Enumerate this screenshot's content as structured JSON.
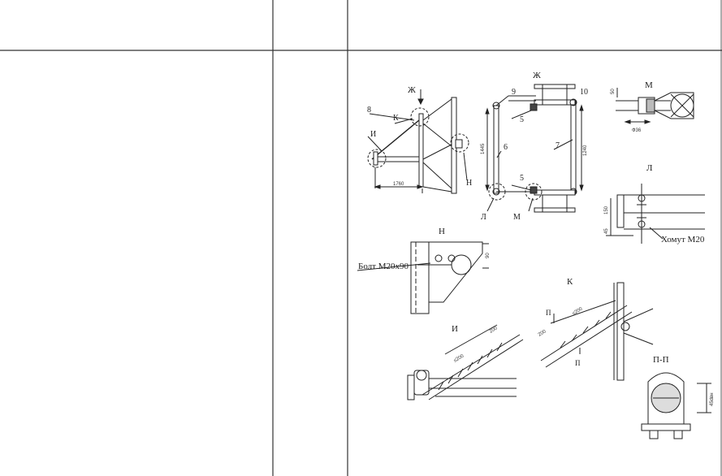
{
  "views": {
    "zh_top": "Ж",
    "zh_left": "Ж",
    "m": "М",
    "l": "Л",
    "n": "Н",
    "k": "К",
    "i": "И",
    "pp": "П-П"
  },
  "callouts": {
    "k": "К",
    "i": "И",
    "n": "Н",
    "l": "Л",
    "m": "М",
    "p_top": "П",
    "p_bottom": "П"
  },
  "parts": {
    "p8": "8",
    "p9": "9",
    "p10": "10",
    "p5a": "5",
    "p5b": "5",
    "p6": "6",
    "p7": "7"
  },
  "dims": {
    "d1760": "1760",
    "d1445": "1445",
    "d1240": "1240",
    "d90": "90",
    "d50": "50",
    "d_phi36": "Ф36",
    "d150": "150",
    "d45": "45",
    "d200_i": "200",
    "d_lt200_i": "≤200",
    "d200_k": "200",
    "d_lt200_k": "≤200",
    "d45dv": "45dвн"
  },
  "notes": {
    "bolt": "Болт М20х90",
    "clamp": "Хомут М20"
  }
}
